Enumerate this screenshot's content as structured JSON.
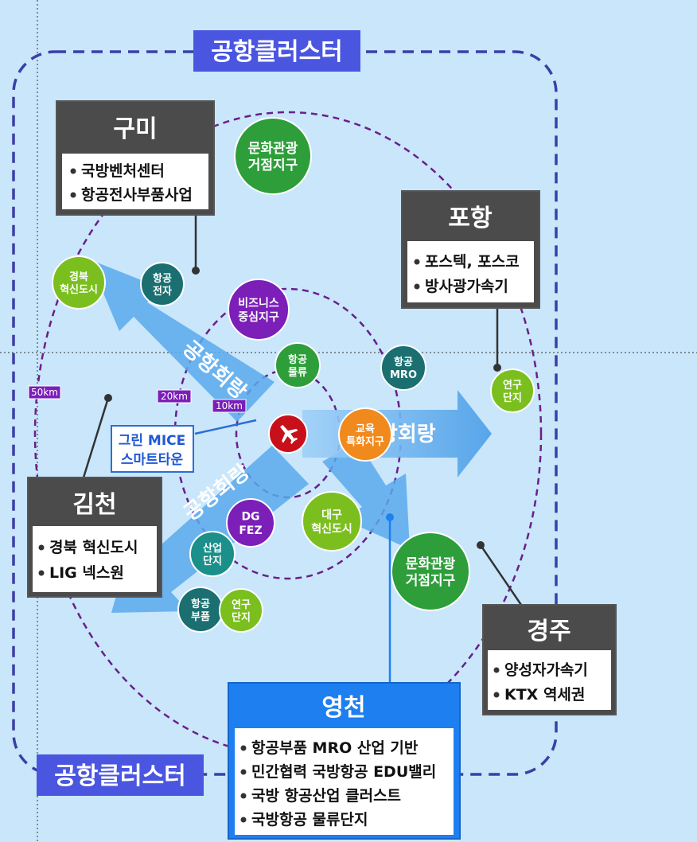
{
  "cluster": {
    "title_top": "공항클러스터",
    "title_bottom": "공항클러스터"
  },
  "rings": {
    "label_50": "50km",
    "label_20": "20km",
    "label_10": "10km"
  },
  "arrows": {
    "upper_left": "공항회랑",
    "lower_left": "공항회랑",
    "right": "공항회랑"
  },
  "center": {
    "icon": "airplane-icon",
    "mice_line1": "그린 MICE",
    "mice_line2": "스마트타운"
  },
  "regions": {
    "gumi": {
      "title": "구미",
      "items": [
        "국방벤처센터",
        "항공전사부품사업"
      ]
    },
    "pohang": {
      "title": "포항",
      "items": [
        "포스텍, 포스코",
        "방사광가속기"
      ]
    },
    "gimcheon": {
      "title": "김천",
      "items": [
        "경북 혁신도시",
        "LIG 넥스원"
      ]
    },
    "gyeongju": {
      "title": "경주",
      "items": [
        "양성자가속기",
        "KTX 역세권"
      ]
    },
    "yeongcheon": {
      "title": "영천",
      "items": [
        "항공부품 MRO 산업 기반",
        "민간협력 국방항공 EDU밸리",
        "국방 항공산업 클러스트",
        "국방항공 물류단지"
      ]
    }
  },
  "zones": [
    {
      "id": "culture-tour-north",
      "lines": [
        "문화관광",
        "거점지구"
      ],
      "color": "#2e9e3a"
    },
    {
      "id": "gyeongbuk-innovation",
      "lines": [
        "경북",
        "혁신도시"
      ],
      "color": "#7bbf1f"
    },
    {
      "id": "aero-electronics",
      "lines": [
        "항공",
        "전자"
      ],
      "color": "#1b6f70"
    },
    {
      "id": "business-center",
      "lines": [
        "비즈니스",
        "중심지구"
      ],
      "color": "#7b1fb8"
    },
    {
      "id": "aero-logistics",
      "lines": [
        "항공",
        "물류"
      ],
      "color": "#2e9e3a"
    },
    {
      "id": "aero-mro",
      "lines": [
        "항공",
        "MRO"
      ],
      "color": "#1b6f70"
    },
    {
      "id": "research-east",
      "lines": [
        "연구",
        "단지"
      ],
      "color": "#7bbf1f"
    },
    {
      "id": "education-special",
      "lines": [
        "교육",
        "특화지구"
      ],
      "color": "#f08a1c"
    },
    {
      "id": "dg-fez",
      "lines": [
        "DG",
        "FEZ"
      ],
      "color": "#7b1fb8"
    },
    {
      "id": "daegu-innovation",
      "lines": [
        "대구",
        "혁신도시"
      ],
      "color": "#7bbf1f"
    },
    {
      "id": "industrial-complex",
      "lines": [
        "산업",
        "단지"
      ],
      "color": "#1b8f8a"
    },
    {
      "id": "aero-parts",
      "lines": [
        "항공",
        "부품"
      ],
      "color": "#1b6f70"
    },
    {
      "id": "research-south",
      "lines": [
        "연구",
        "단지"
      ],
      "color": "#7bbf1f"
    },
    {
      "id": "culture-tour-south",
      "lines": [
        "문화관광",
        "거점지구"
      ],
      "color": "#2e9e3a"
    }
  ],
  "colors": {
    "background": "#c9e6fb",
    "dashed_border": "#3a3fa8",
    "ring_dash": "#6a1f8a",
    "box_header": "#4b4b4b",
    "cluster_label_bg": "#4a56e0",
    "yeongcheon_header": "#1e7ff0",
    "arrow_fill": "#5aa9ec",
    "center_red": "#c8101a"
  }
}
